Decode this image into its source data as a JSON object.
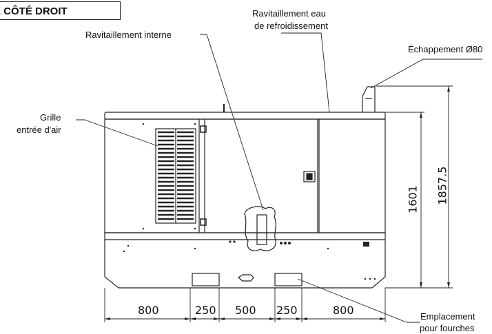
{
  "title": "E CÔTÉ DROIT",
  "labels": {
    "cooling_water_fill_line1": "Ravitaillement eau",
    "cooling_water_fill_line2": "de refroidissement",
    "internal_fill": "Ravitaillement interne",
    "exhaust": "Échappement Ø80",
    "air_grille_line1": "Grille",
    "air_grille_line2": "entrée d'air",
    "fork_slots_line1": "Emplacement",
    "fork_slots_line2": "pour fourches"
  },
  "dimensions": {
    "horizontal": [
      "800",
      "250",
      "500",
      "250",
      "800"
    ],
    "height_body": "1601",
    "height_total": "1857.5"
  }
}
